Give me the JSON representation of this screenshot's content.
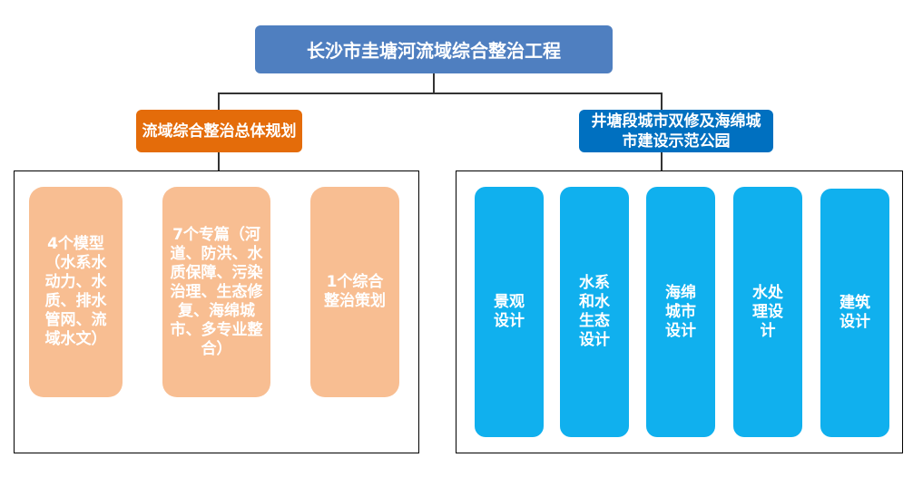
{
  "root": {
    "title": "长沙市圭塘河流域综合整治工程"
  },
  "left_branch": {
    "title": "流域综合整治总体规划",
    "cards": [
      {
        "text": "4个模型（水系水动力、水质、排水管网、流域水文）"
      },
      {
        "text": "7个专篇（河道、防洪、水质保障、污染治理、生态修复、海绵城市、多专业整合）"
      },
      {
        "text": "1个综合整治策划"
      }
    ]
  },
  "right_branch": {
    "title": "井塘段城市双修及海绵城市建设示范公园",
    "cards": [
      {
        "text": "景观设计"
      },
      {
        "text": "水系和水生态设计"
      },
      {
        "text": "海绵城市设计"
      },
      {
        "text": "水处理设计"
      },
      {
        "text": "建筑设计"
      }
    ]
  },
  "colors": {
    "root": "#4f7fc0",
    "left_branch": "#e46c0a",
    "right_branch": "#0070c0",
    "left_cards": "#f8be92",
    "right_cards": "#10b0ee",
    "connector": "#333333"
  }
}
